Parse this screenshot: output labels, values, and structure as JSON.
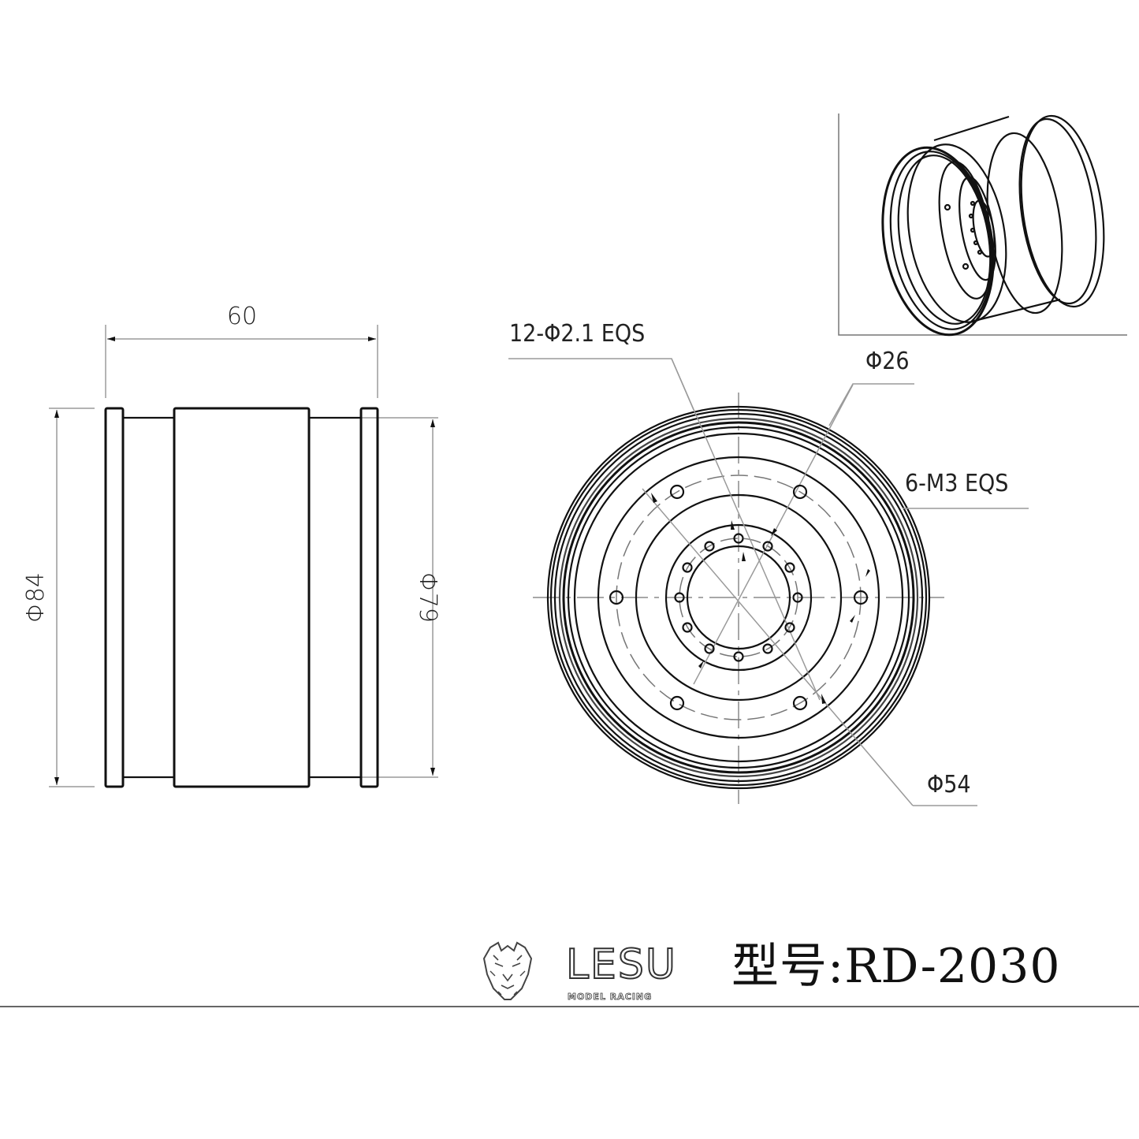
{
  "drawing": {
    "side_view": {
      "width_dim": "60",
      "outer_diameter_dim": "Φ84",
      "inner_diameter_dim": "Φ79"
    },
    "front_view": {
      "small_holes_callout": "12-Φ2.1 EQS",
      "inner_pcd_callout": "Φ26",
      "bolt_holes_callout": "6-M3 EQS",
      "outer_pcd_callout": "Φ54"
    },
    "iso_view": {
      "description": "isometric-wheel-rim"
    }
  },
  "footer": {
    "brand_name": "LESU",
    "brand_tagline": "MODEL RACING",
    "model_label": "型号:RD-2030"
  },
  "colors": {
    "line": "#111111",
    "dimension_line": "#9a9a9a",
    "background": "#ffffff"
  }
}
